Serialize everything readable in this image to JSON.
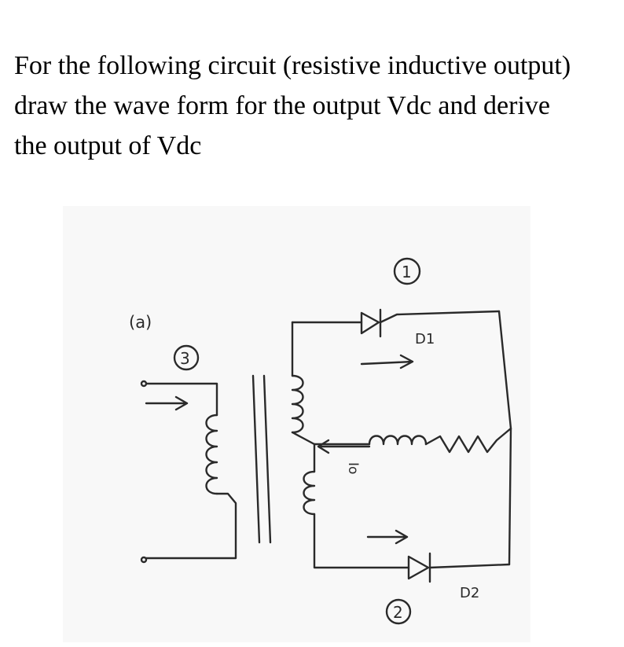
{
  "question": {
    "text": "For the following circuit (resistive inductive output) draw the wave form for the output Vdc and derive the output of Vdc"
  },
  "diagram": {
    "part_label": "(a)",
    "node_labels": [
      "1",
      "2",
      "3"
    ],
    "diode_labels": [
      "D1",
      "D2"
    ],
    "current_label": "Io"
  }
}
